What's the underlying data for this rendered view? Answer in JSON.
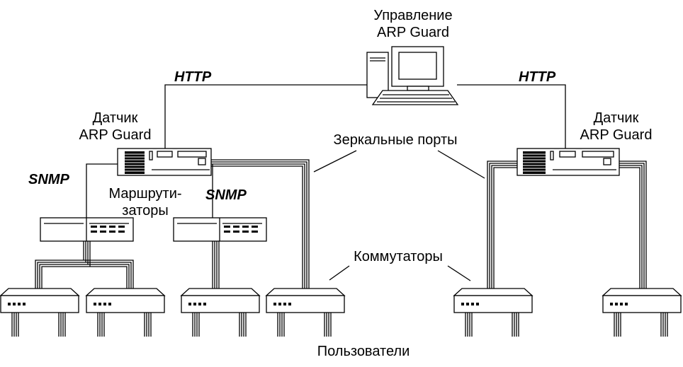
{
  "labels": {
    "management": [
      "Управление",
      "ARP Guard"
    ],
    "sensor_left": [
      "Датчик",
      "ARP Guard"
    ],
    "sensor_right": [
      "Датчик",
      "ARP Guard"
    ],
    "http_left": "HTTP",
    "http_right": "HTTP",
    "snmp_left": "SNMP",
    "snmp_mid": "SNMP",
    "routers": [
      "Маршрути-",
      "заторы"
    ],
    "mirror_ports": "Зеркальные порты",
    "switches": "Коммутаторы",
    "users": "Пользователи"
  },
  "colors": {
    "stroke": "#000000",
    "background": "#ffffff"
  }
}
